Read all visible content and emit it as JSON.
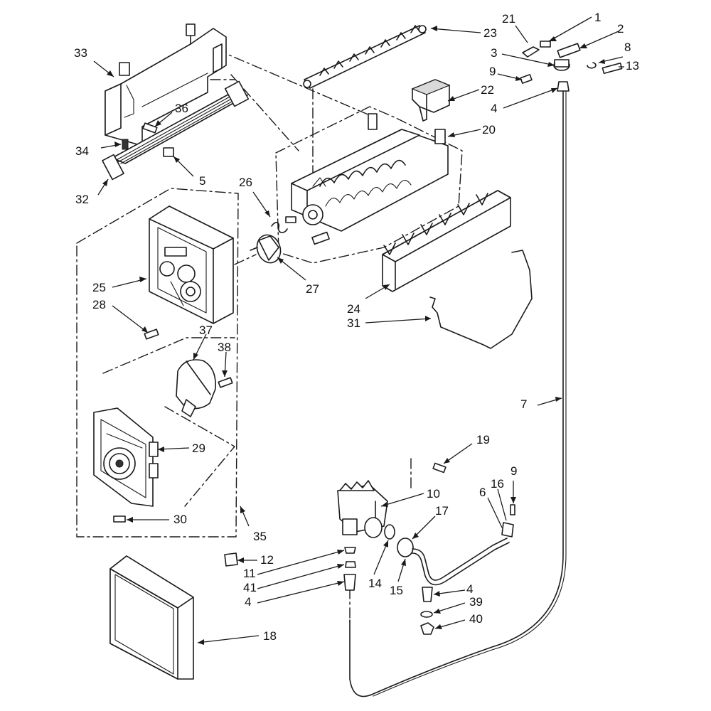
{
  "diagram": {
    "callouts": [
      {
        "id": "c1",
        "text": "1"
      },
      {
        "id": "c2",
        "text": "2"
      },
      {
        "id": "c3",
        "text": "3"
      },
      {
        "id": "c4a",
        "text": "4"
      },
      {
        "id": "c4b",
        "text": "4"
      },
      {
        "id": "c4c",
        "text": "4"
      },
      {
        "id": "c5",
        "text": "5"
      },
      {
        "id": "c6",
        "text": "6"
      },
      {
        "id": "c7",
        "text": "7"
      },
      {
        "id": "c8",
        "text": "8"
      },
      {
        "id": "c9a",
        "text": "9"
      },
      {
        "id": "c9b",
        "text": "9"
      },
      {
        "id": "c10",
        "text": "10"
      },
      {
        "id": "c11",
        "text": "11"
      },
      {
        "id": "c12",
        "text": "12"
      },
      {
        "id": "c13",
        "text": "13"
      },
      {
        "id": "c14",
        "text": "14"
      },
      {
        "id": "c15",
        "text": "15"
      },
      {
        "id": "c16",
        "text": "16"
      },
      {
        "id": "c17",
        "text": "17"
      },
      {
        "id": "c18",
        "text": "18"
      },
      {
        "id": "c19",
        "text": "19"
      },
      {
        "id": "c20",
        "text": "20"
      },
      {
        "id": "c21",
        "text": "21"
      },
      {
        "id": "c22",
        "text": "22"
      },
      {
        "id": "c23",
        "text": "23"
      },
      {
        "id": "c24",
        "text": "24"
      },
      {
        "id": "c25",
        "text": "25"
      },
      {
        "id": "c26",
        "text": "26"
      },
      {
        "id": "c27",
        "text": "27"
      },
      {
        "id": "c28",
        "text": "28"
      },
      {
        "id": "c29",
        "text": "29"
      },
      {
        "id": "c30",
        "text": "30"
      },
      {
        "id": "c31",
        "text": "31"
      },
      {
        "id": "c32",
        "text": "32"
      },
      {
        "id": "c33",
        "text": "33"
      },
      {
        "id": "c34",
        "text": "34"
      },
      {
        "id": "c35",
        "text": "35"
      },
      {
        "id": "c36",
        "text": "36"
      },
      {
        "id": "c37",
        "text": "37"
      },
      {
        "id": "c38",
        "text": "38"
      },
      {
        "id": "c39",
        "text": "39"
      },
      {
        "id": "c40",
        "text": "40"
      },
      {
        "id": "c41",
        "text": "41"
      }
    ]
  }
}
